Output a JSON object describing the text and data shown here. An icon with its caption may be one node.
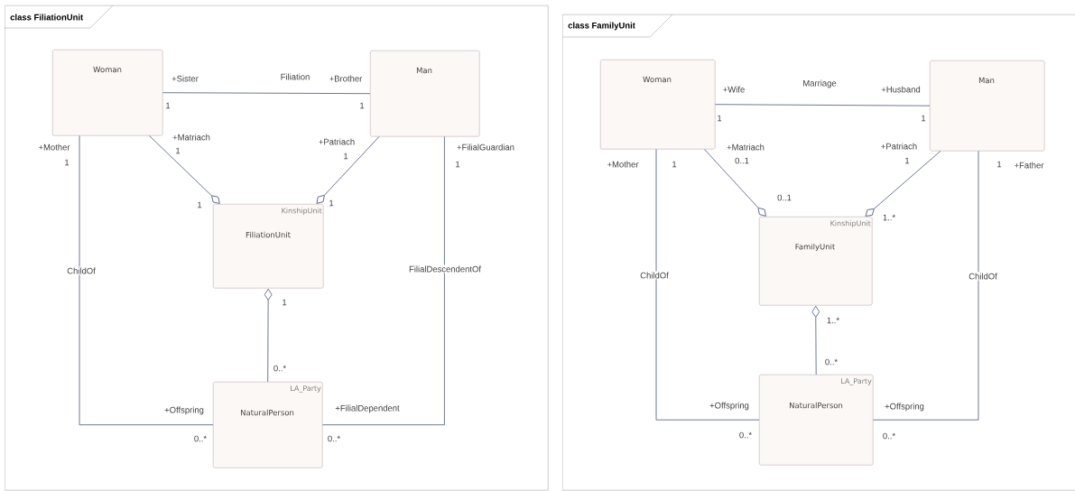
{
  "diagram": {
    "nodes": [
      {
        "text": [
          "class FiliationUnit"
        ]
      },
      {
        "text": [
          "Woman"
        ],
        "in": 0
      },
      {
        "text": [
          "Man"
        ],
        "in": 0
      },
      {
        "text": [
          "KinshipUnit",
          "FiliationUnit"
        ],
        "in": 0
      },
      {
        "text": [
          "LA_Party",
          "NaturalPerson"
        ],
        "in": 0
      },
      {
        "text": [
          "class FamilyUnit"
        ]
      },
      {
        "text": [
          "Woman"
        ],
        "in": 5
      },
      {
        "text": [
          "Man"
        ],
        "in": 5
      },
      {
        "text": [
          "KinshipUnit",
          "FamilyUnit"
        ],
        "in": 5
      },
      {
        "text": [
          "LA_Party",
          "NaturalPerson"
        ],
        "in": 5
      }
    ],
    "edges": [
      {
        "from": 1,
        "to": 2,
        "arrow": "none",
        "label": "Filiation"
      },
      {
        "from": 3,
        "to": 1,
        "arrow": "other"
      },
      {
        "from": 3,
        "to": 2,
        "arrow": "other"
      },
      {
        "from": 3,
        "to": 4,
        "arrow": "other"
      },
      {
        "from": 1,
        "to": 4,
        "arrow": "none",
        "label": "ChildOf"
      },
      {
        "from": 2,
        "to": 4,
        "arrow": "none",
        "label": "FilialDescendentOf"
      },
      {
        "from": 6,
        "to": 7,
        "arrow": "none",
        "label": "Marriage"
      },
      {
        "from": 8,
        "to": 6,
        "arrow": "other"
      },
      {
        "from": 8,
        "to": 7,
        "arrow": "other"
      },
      {
        "from": 8,
        "to": 9,
        "arrow": "other"
      },
      {
        "from": 6,
        "to": 9,
        "arrow": "none",
        "label": "ChildOf"
      },
      {
        "from": 7,
        "to": 9,
        "arrow": "none",
        "label": "ChildOf"
      }
    ],
    "labels": [
      "+Sister",
      "1",
      "+Brother",
      "1",
      "+Mother",
      "1",
      "+Matriach",
      "1",
      "+Patriach",
      "1",
      "+FilialGuardian",
      "1",
      "1",
      "1",
      "1",
      "0..*",
      "+Offspring",
      "+FilialDependent",
      "0..*",
      "0..*",
      "+Wife",
      "+Husband",
      "1",
      "1",
      "+Mother",
      "1",
      "+Matriach",
      "0..1",
      "+Patriach",
      "1",
      "1",
      "+Father",
      "0..1",
      "1..*",
      "1..*",
      "0..*",
      "+Offspring",
      "+Offspring",
      "0..*",
      "0..*"
    ]
  }
}
